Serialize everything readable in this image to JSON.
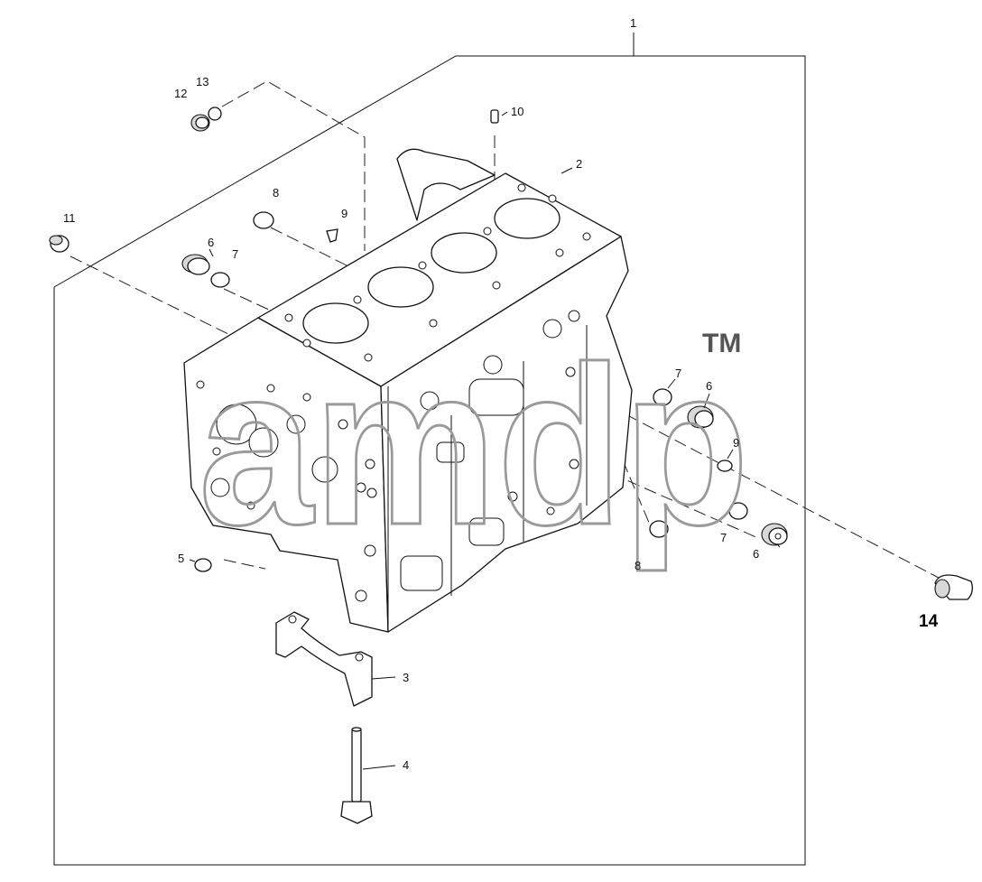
{
  "callouts": {
    "c1": "1",
    "c2": "2",
    "c3": "3",
    "c4": "4",
    "c5": "5",
    "c6a": "6",
    "c6b": "6",
    "c6c": "6",
    "c7a": "7",
    "c7b": "7",
    "c7c": "7",
    "c8a": "8",
    "c8b": "8",
    "c9a": "9",
    "c9b": "9",
    "c10": "10",
    "c11": "11",
    "c12": "12",
    "c13": "13",
    "c14": "14"
  },
  "watermark": {
    "text": "amdp",
    "tm": "TM"
  },
  "icons": {
    "engine_block": "cylinder-block-icon",
    "bearing_cap": "bearing-cap-icon",
    "bolt": "bolt-icon"
  }
}
